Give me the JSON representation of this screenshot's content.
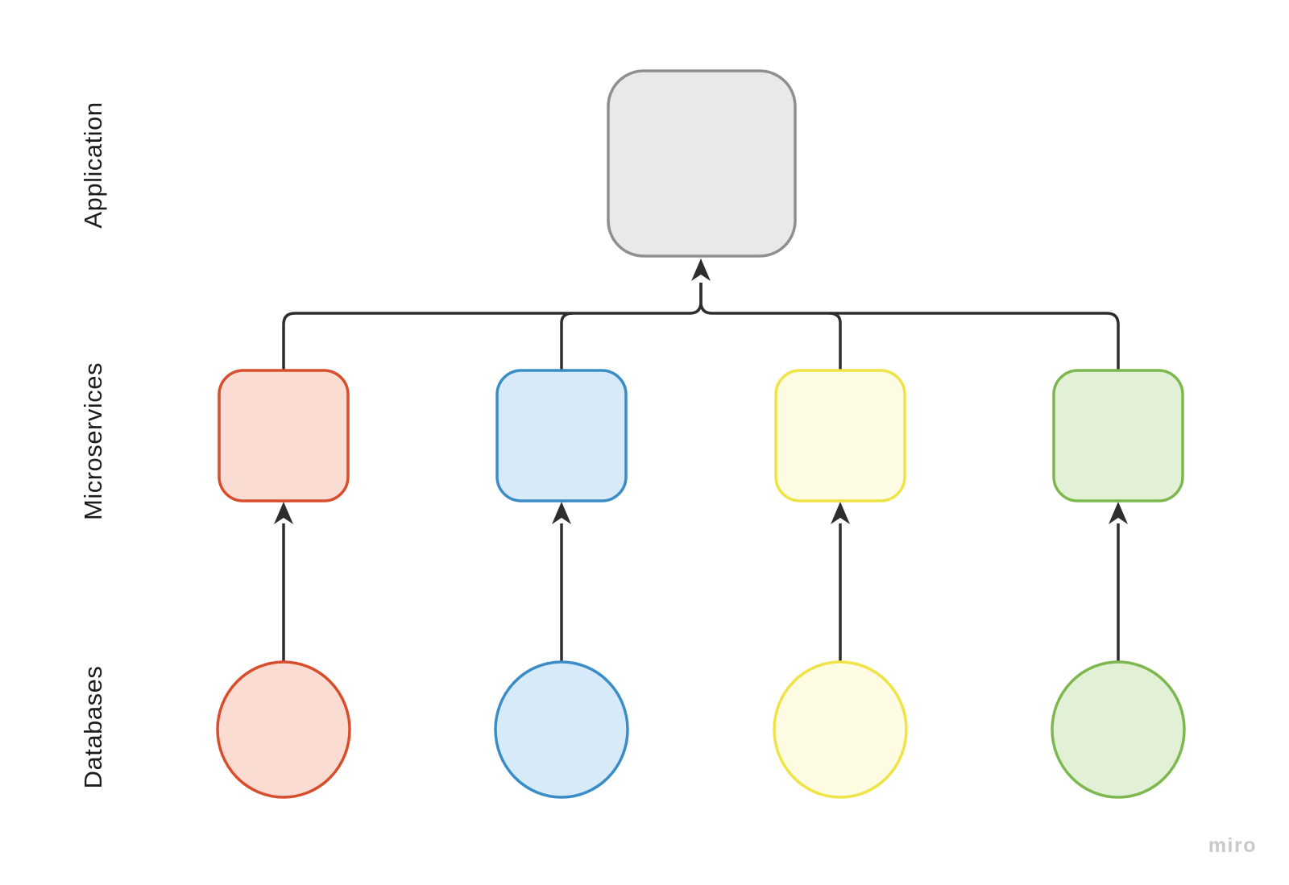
{
  "diagram": {
    "row_labels": [
      {
        "id": "application",
        "label": "Application"
      },
      {
        "id": "microservices",
        "label": "Microservices"
      },
      {
        "id": "databases",
        "label": "Databases"
      }
    ],
    "nodes": {
      "application": {
        "shape": "rounded-square",
        "fill": "#e9e9e9",
        "stroke": "#8f8f8f"
      },
      "microservices": [
        {
          "id": "microservice-red",
          "color_name": "red",
          "shape": "rounded-square",
          "fill": "#fadcd3",
          "stroke": "#d84e2c"
        },
        {
          "id": "microservice-blue",
          "color_name": "blue",
          "shape": "rounded-square",
          "fill": "#d6eafa",
          "stroke": "#3a8cc7"
        },
        {
          "id": "microservice-yellow",
          "color_name": "yellow",
          "shape": "rounded-square",
          "fill": "#fdfbe2",
          "stroke": "#efe346"
        },
        {
          "id": "microservice-green",
          "color_name": "green",
          "shape": "rounded-square",
          "fill": "#e2f1d6",
          "stroke": "#7db84f"
        }
      ],
      "databases": [
        {
          "id": "database-red",
          "color_name": "red",
          "shape": "circle",
          "fill": "#fadcd3",
          "stroke": "#d84e2c"
        },
        {
          "id": "database-blue",
          "color_name": "blue",
          "shape": "circle",
          "fill": "#d6eafa",
          "stroke": "#3a8cc7"
        },
        {
          "id": "database-yellow",
          "color_name": "yellow",
          "shape": "circle",
          "fill": "#fdfbe2",
          "stroke": "#efe346"
        },
        {
          "id": "database-green",
          "color_name": "green",
          "shape": "circle",
          "fill": "#e2f1d6",
          "stroke": "#7db84f"
        }
      ]
    },
    "connector_color": "#2e2e2e",
    "watermark": "miro"
  }
}
